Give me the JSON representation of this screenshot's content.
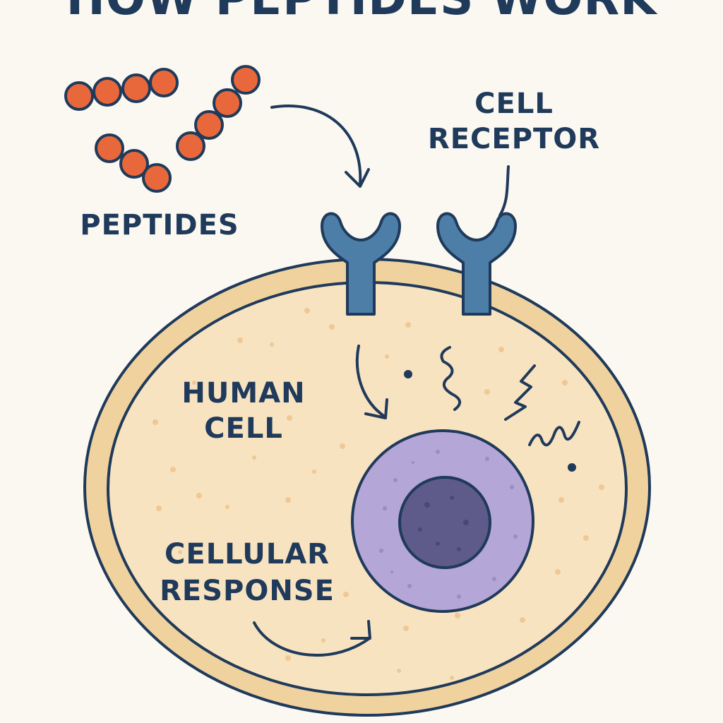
{
  "title": "HOW PEPTIDES WORK",
  "labels": {
    "peptides": "PEPTIDES",
    "cell_receptor": [
      "CELL",
      "RECEPTOR"
    ],
    "human_cell": [
      "HUMAN",
      "CELL"
    ],
    "cellular_response": [
      "CELLULAR",
      "RESPONSE"
    ]
  },
  "colors": {
    "background": "#fbf8f2",
    "ink": "#1f3a5a",
    "peptide": "#e8683c",
    "receptor": "#4d7ea8",
    "membrane": "#f0d29f",
    "cytoplasm": "#f8e3c1",
    "nucleus_outer": "#b4a6d6",
    "nucleus_inner": "#5e5a8a"
  },
  "icons": [
    "peptide-chain-icon",
    "cell-receptor-icon",
    "signal-squiggle-icon",
    "arrow-icon"
  ]
}
